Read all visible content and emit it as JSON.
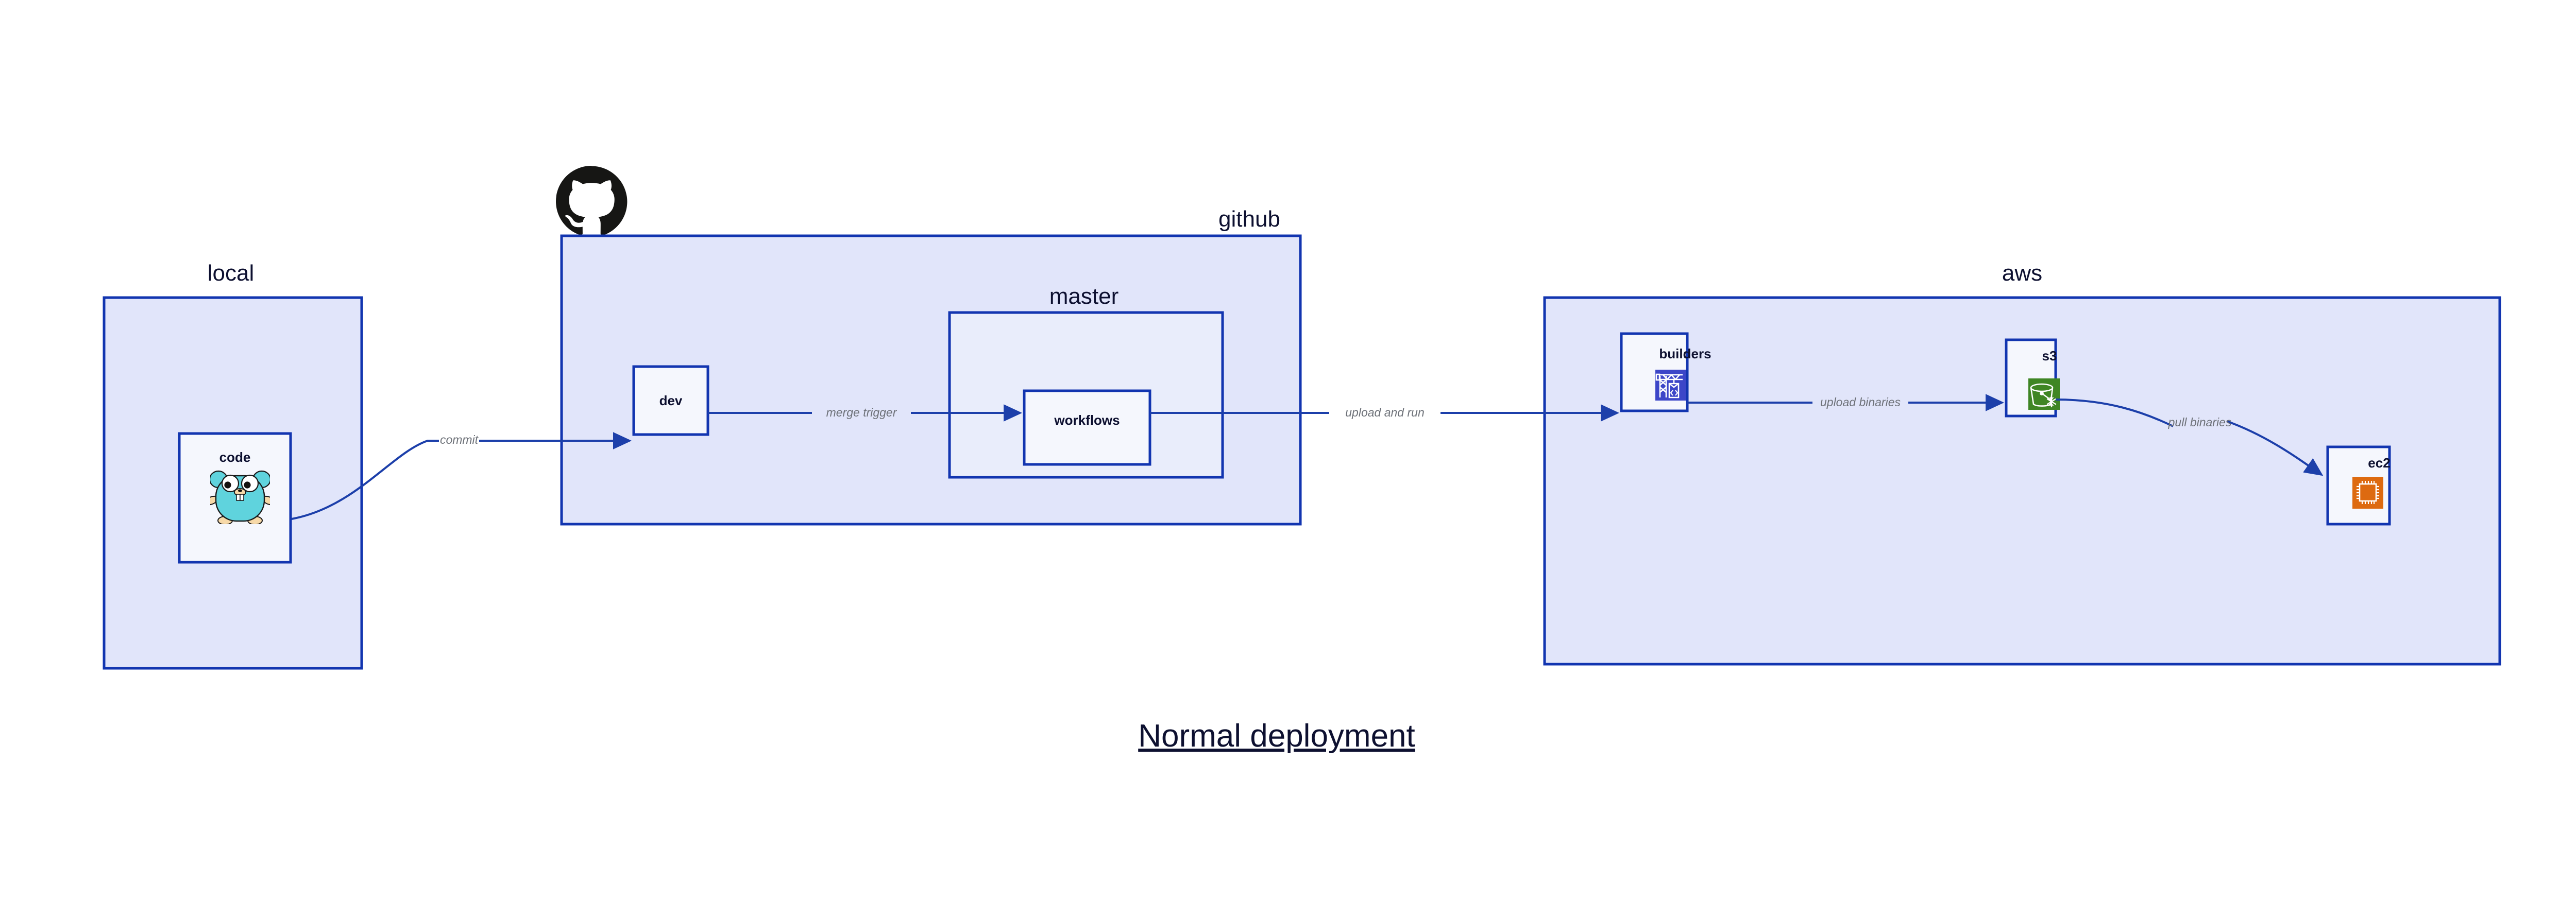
{
  "title": "Normal deployment",
  "colors": {
    "group_fill": "#e1e5fa",
    "sub_fill": "#e9edfb",
    "node_fill_light": "#f5f7fd",
    "border": "#1235b0",
    "edge": "#1235b0",
    "edge_label": "#6d7178",
    "text": "#0d1030",
    "builders_icon_bg": "#3c46c8",
    "s3_icon_bg": "#3f8624",
    "ec2_icon_bg": "#dd6a10",
    "gopher_body": "#5fd3dd",
    "github_logo": "#161614",
    "page_bg": "#ffffff"
  },
  "groups": [
    {
      "id": "local",
      "label": "local"
    },
    {
      "id": "github",
      "label": "github"
    },
    {
      "id": "aws",
      "label": "aws"
    }
  ],
  "subgroups": [
    {
      "id": "master",
      "label": "master",
      "parent": "github"
    }
  ],
  "nodes": [
    {
      "id": "code",
      "label": "code",
      "group": "local",
      "icon": "go-gopher-icon"
    },
    {
      "id": "dev",
      "label": "dev",
      "group": "github",
      "icon": "none"
    },
    {
      "id": "workflows",
      "label": "workflows",
      "group": "master",
      "icon": "none"
    },
    {
      "id": "builders",
      "label": "builders",
      "group": "aws",
      "icon": "aws-builders-crane-icon"
    },
    {
      "id": "s3",
      "label": "s3",
      "group": "aws",
      "icon": "aws-s3-bucket-icon"
    },
    {
      "id": "ec2",
      "label": "ec2",
      "group": "aws",
      "icon": "aws-ec2-chip-icon"
    }
  ],
  "edges": [
    {
      "id": "commit",
      "from": "code",
      "to": "dev",
      "label": "commit"
    },
    {
      "id": "merge-trigger",
      "from": "dev",
      "to": "workflows",
      "label": "merge trigger"
    },
    {
      "id": "upload-and-run",
      "from": "workflows",
      "to": "builders",
      "label": "upload and run"
    },
    {
      "id": "upload-binaries",
      "from": "builders",
      "to": "s3",
      "label": "upload binaries"
    },
    {
      "id": "pull-binaries",
      "from": "s3",
      "to": "ec2",
      "label": "pull binaries"
    }
  ],
  "logos": [
    {
      "id": "github-logo",
      "name": "github-octocat-logo",
      "attached_to": "github"
    }
  ]
}
